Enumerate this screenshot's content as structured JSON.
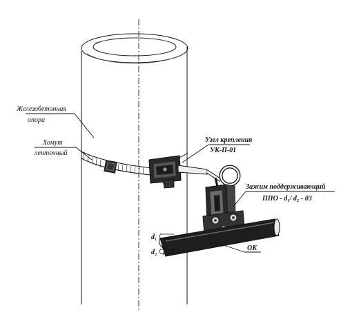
{
  "labels": {
    "pole_line1": "Железобетонная",
    "pole_line2": "опора",
    "clamp_line1": "Хомут",
    "clamp_line2": "ленточный",
    "mount_line1": "Узел крепления",
    "mount_line2": "УК-П-01",
    "support_line1": "Зажим поддерживающий",
    "support_line2": "ППО - d₁/ d₂ - 03",
    "cable_ok": "ОК",
    "d1": "d₁",
    "d2": "d₂"
  }
}
